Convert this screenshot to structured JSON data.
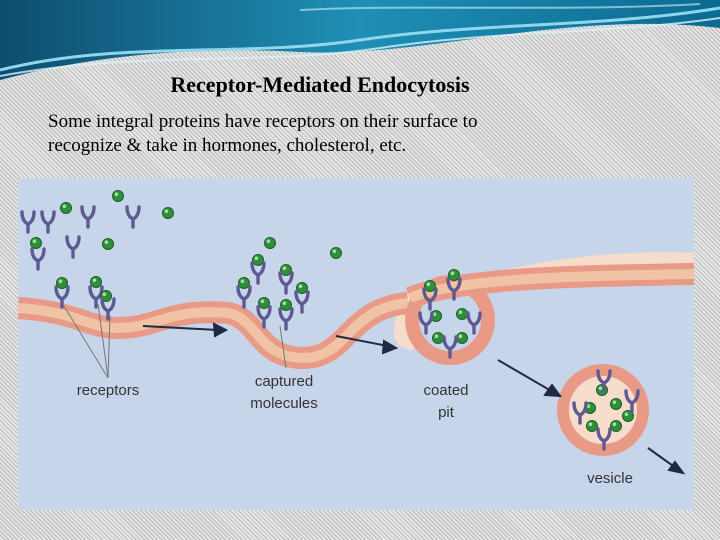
{
  "slide": {
    "title": "Receptor-Mediated Endocytosis",
    "intro_line1": "Some integral proteins have receptors on their surface to",
    "intro_line2": "recognize & take in hormones, cholesterol, etc."
  },
  "figure": {
    "labels": {
      "receptors": "receptors",
      "captured_line1": "captured",
      "captured_line2": "molecules",
      "pit_line1": "coated",
      "pit_line2": "pit",
      "vesicle": "vesicle"
    },
    "colors": {
      "exterior": "#f6dccb",
      "cytoplasm": "#c7d5ea",
      "membrane_outer": "#e89a86",
      "membrane_inner": "#f0c3a4",
      "receptor": "#5e5a91",
      "molecule": "#2f8f3a",
      "arrow": "#1f2a44"
    }
  }
}
